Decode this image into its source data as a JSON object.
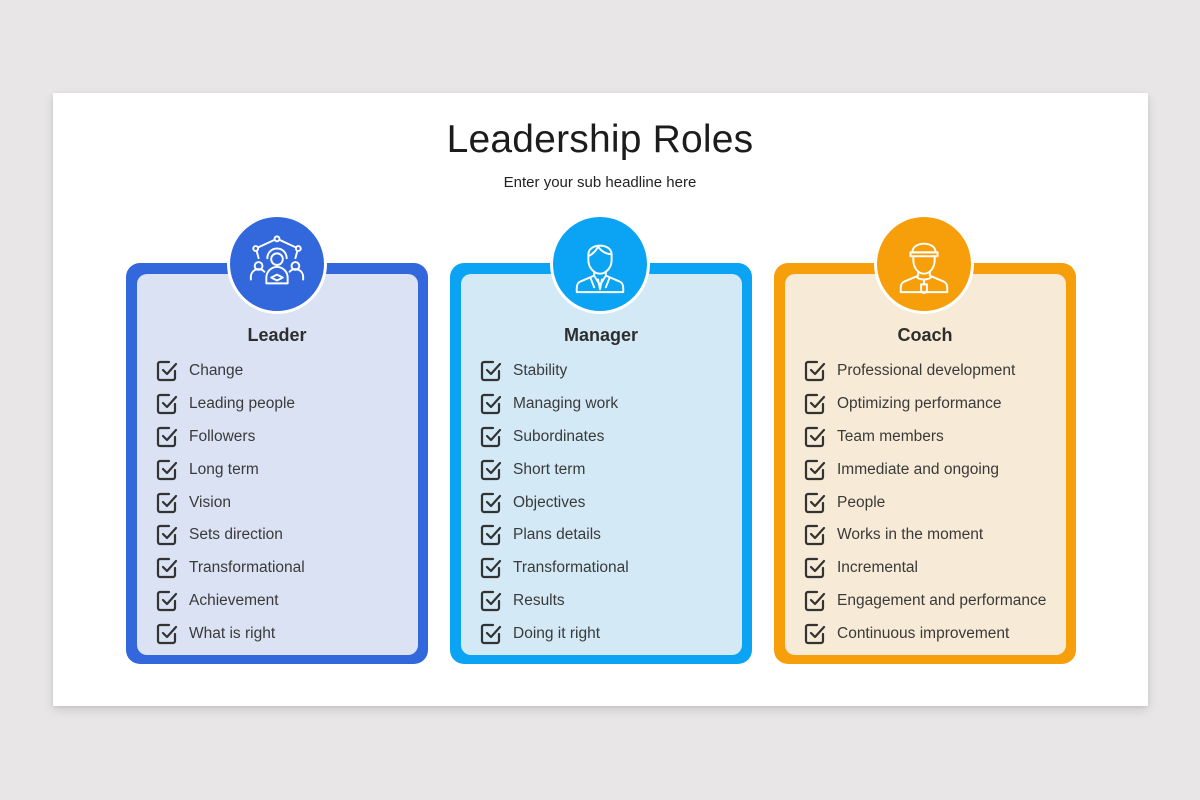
{
  "slide": {
    "title": "Leadership Roles",
    "subtitle": "Enter your sub headline here"
  },
  "cards": [
    {
      "title": "Leader",
      "icon": "team-leader-network-icon",
      "color": "#3268db",
      "fill": "#dae2f3",
      "items": [
        "Change",
        "Leading people",
        "Followers",
        "Long term",
        "Vision",
        "Sets direction",
        "Transformational",
        "Achievement",
        "What is right"
      ]
    },
    {
      "title": "Manager",
      "icon": "businessman-icon",
      "color": "#0ba4f4",
      "fill": "#d3e9f6",
      "items": [
        "Stability",
        "Managing work",
        "Subordinates",
        "Short term",
        "Objectives",
        "Plans details",
        "Transformational",
        "Results",
        "Doing it right"
      ]
    },
    {
      "title": "Coach",
      "icon": "coach-with-whistle-icon",
      "color": "#f79f0b",
      "fill": "#f7ead6",
      "items": [
        "Professional development",
        "Optimizing performance",
        "Team members",
        "Immediate and ongoing",
        "People",
        "Works in the moment",
        "Incremental",
        "Engagement and performance",
        "Continuous improvement"
      ]
    }
  ],
  "icons": {
    "list_marker": "checkbox-checked-icon"
  }
}
